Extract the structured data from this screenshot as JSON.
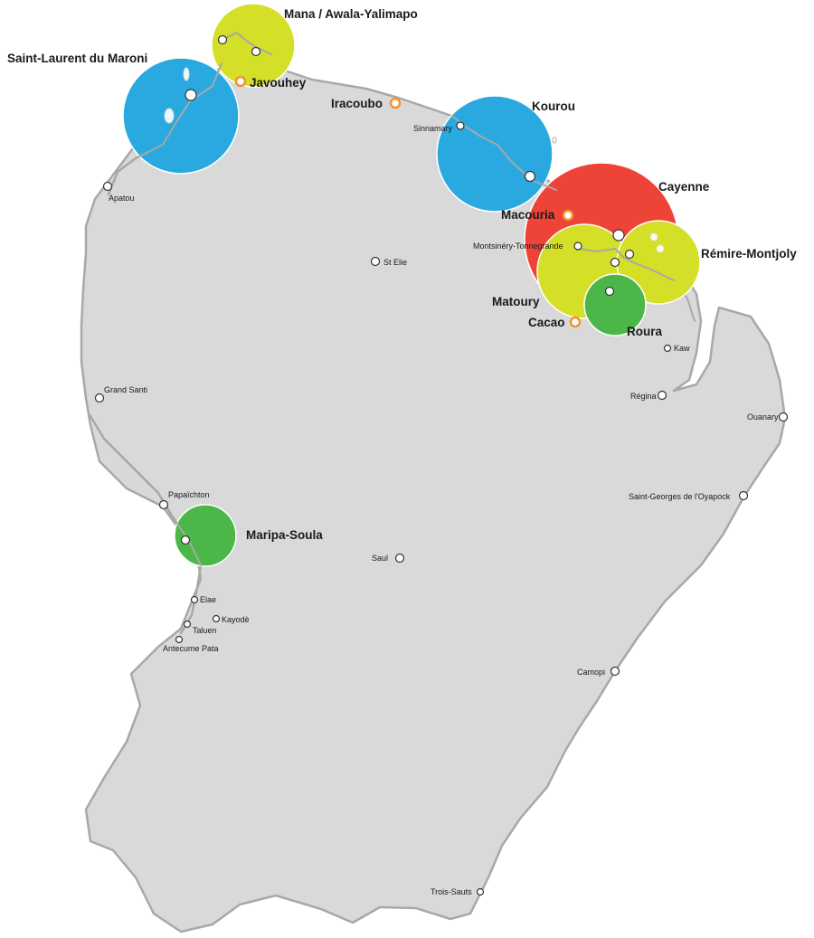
{
  "colors": {
    "land": "#d9d9d9",
    "coast": "#a8a8a8",
    "river": "#a8a8a8",
    "blue": "#29a9e0",
    "yellow": "#d4df27",
    "red": "#ee4337",
    "green": "#4cb748",
    "orange": "#f0922d"
  },
  "communes": {
    "saint_laurent": "Saint-Laurent du Maroni",
    "mana": "Mana / Awala-Yalimapo",
    "javouhey": "Javouhey",
    "iracoubo": "Iracoubo",
    "kourou": "Kourou",
    "sinnamary": "Sinnamary",
    "cayenne": "Cayenne",
    "macouria": "Macouria",
    "montsinery": "Montsinéry-Tonnegrande",
    "remire": "Rémire-Montjoly",
    "matoury": "Matoury",
    "cacao": "Cacao",
    "roura": "Roura",
    "kaw": "Kaw",
    "regina": "Régina",
    "ouanary": "Ouanary",
    "st_elie": "St Elie",
    "apatou": "Apatou",
    "grand_santi": "Grand Santi",
    "papaichton": "Papaïchton",
    "maripa": "Maripa-Soula",
    "saul": "Saul",
    "saint_georges": "Saint-Georges de l'Oyapock",
    "elae": "Elae",
    "kayode": "Kayodè",
    "taluen": "Taluen",
    "antecume": "Antecume Pata",
    "camopi": "Camopi",
    "trois_sauts": "Trois-Sauts"
  }
}
